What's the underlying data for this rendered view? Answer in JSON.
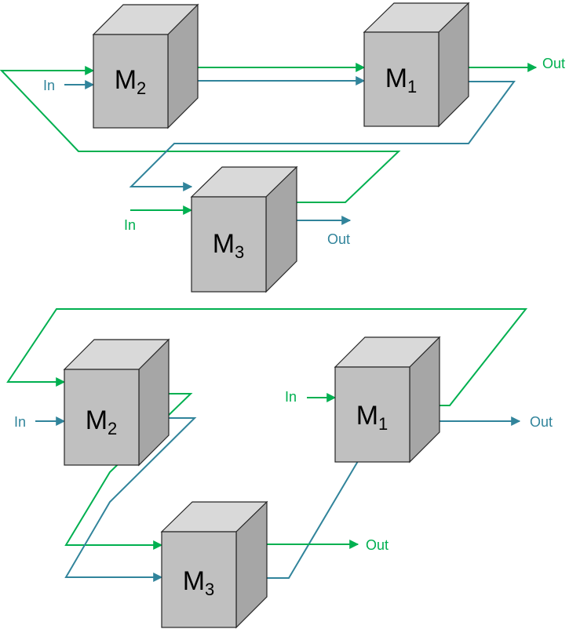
{
  "colors": {
    "green": "#00b050",
    "blue": "#31849b"
  },
  "top": {
    "m2": {
      "letter": "M",
      "sub": "2"
    },
    "m1": {
      "letter": "M",
      "sub": "1"
    },
    "m3": {
      "letter": "M",
      "sub": "3"
    },
    "in_m2": "In",
    "in_m3": "In",
    "out_m1": "Out",
    "out_m3": "Out"
  },
  "bottom": {
    "m2": {
      "letter": "M",
      "sub": "2"
    },
    "m1": {
      "letter": "M",
      "sub": "1"
    },
    "m3": {
      "letter": "M",
      "sub": "3"
    },
    "in_m2": "In",
    "in_m1": "In",
    "out_m1": "Out",
    "out_m3": "Out"
  }
}
